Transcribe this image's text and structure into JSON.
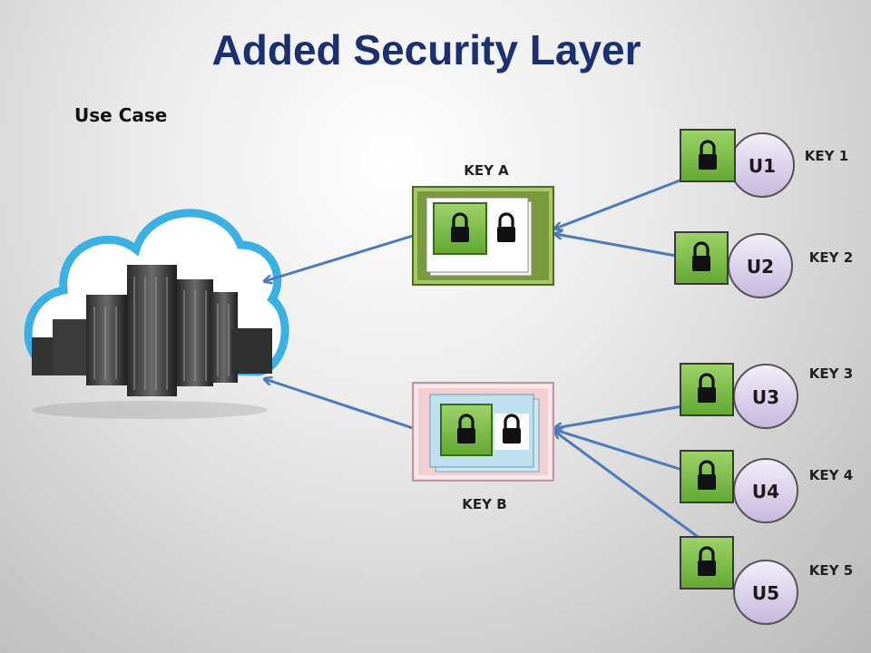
{
  "slide": {
    "title": "Added Security Layer",
    "subtitle": "Use Case"
  },
  "groups": [
    {
      "label": "KEY A",
      "color": "#7a9a3c"
    },
    {
      "label": "KEY B",
      "color": "#f2cfd4"
    }
  ],
  "users": [
    {
      "label": "U1",
      "key": "KEY 1",
      "group": "KEY A"
    },
    {
      "label": "U2",
      "key": "KEY 2",
      "group": "KEY A"
    },
    {
      "label": "U3",
      "key": "KEY 3",
      "group": "KEY B"
    },
    {
      "label": "U4",
      "key": "KEY 4",
      "group": "KEY B"
    },
    {
      "label": "U5",
      "key": "KEY 5",
      "group": "KEY B"
    }
  ],
  "icons": [
    "cloud-server-icon",
    "padlock-icon"
  ],
  "colors": {
    "title": "#1c2f6e",
    "arrow": "#4d7ab8",
    "lock_box": "#7cc242",
    "user_circle": "#d9cce8"
  }
}
